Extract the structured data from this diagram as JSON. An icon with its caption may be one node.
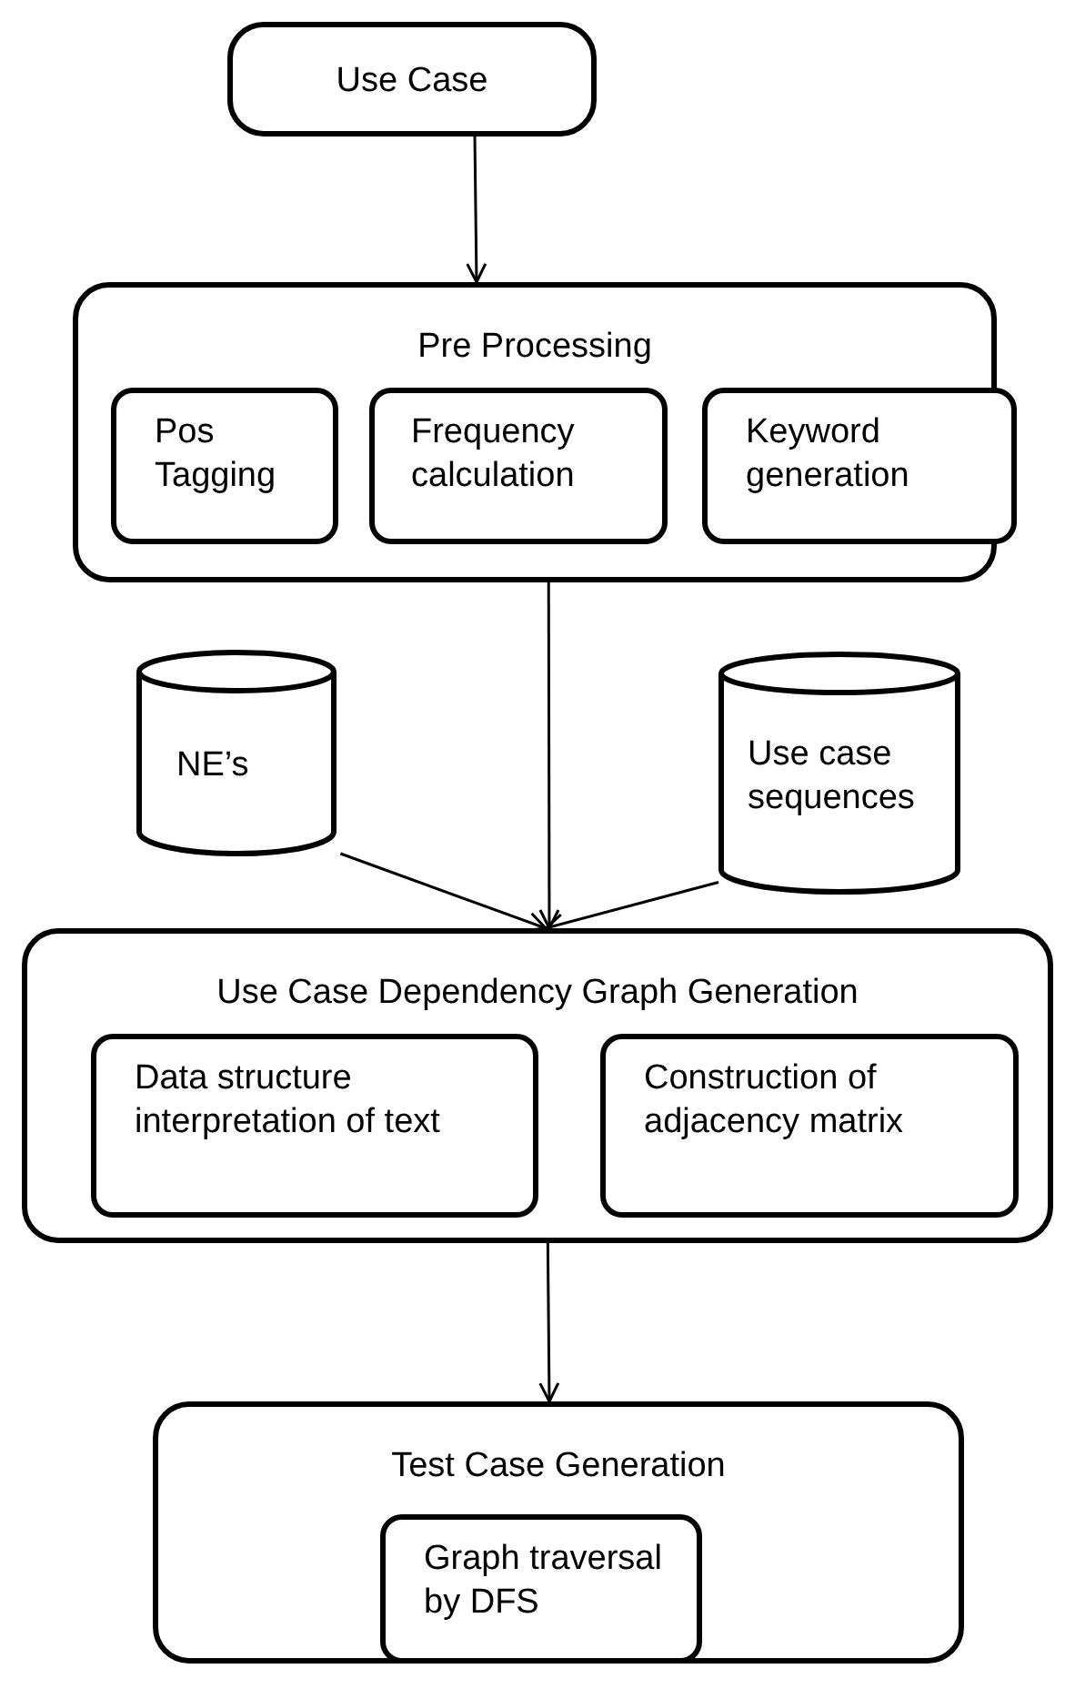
{
  "diagram": {
    "nodes": [
      {
        "text": [
          "Use Case"
        ]
      },
      {
        "text": [
          "Pre Processing"
        ]
      },
      {
        "text": [
          "Pos Tagging"
        ],
        "in": 1
      },
      {
        "text": [
          "Frequency calculation"
        ],
        "in": 1
      },
      {
        "text": [
          "Keyword generation"
        ],
        "in": 1
      },
      {
        "text": [
          "NE’s"
        ]
      },
      {
        "text": [
          "Use case sequences"
        ]
      },
      {
        "text": [
          "Use Case Dependency Graph Generation"
        ]
      },
      {
        "text": [
          "Data structure interpretation of text"
        ],
        "in": 7
      },
      {
        "text": [
          "Construction of adjacency matrix"
        ],
        "in": 7
      },
      {
        "text": [
          "Test Case Generation"
        ]
      },
      {
        "text": [
          "Graph traversal by DFS"
        ],
        "in": 10
      }
    ],
    "edges": [
      {
        "from": 0,
        "to": 1,
        "arrow": "to"
      },
      {
        "from": 1,
        "to": 7,
        "arrow": "to"
      },
      {
        "from": 5,
        "to": 7,
        "arrow": "to"
      },
      {
        "from": 6,
        "to": 7,
        "arrow": "to"
      },
      {
        "from": 7,
        "to": 10,
        "arrow": "to"
      }
    ]
  }
}
